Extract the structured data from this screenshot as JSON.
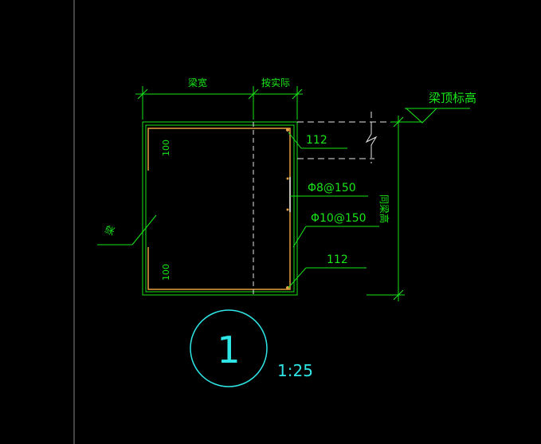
{
  "labels": {
    "beam_width": "梁宽",
    "as_actual": "按实际",
    "beam_top_elevation": "梁顶标高",
    "rebar_top": "112",
    "stirrup": "Φ8@150",
    "side_bar": "Φ10@150",
    "rebar_bottom": "112",
    "same_beam_height": "同梁高",
    "beam": "梁",
    "dim_top_100": "100",
    "dim_bottom_100": "100",
    "detail_number": "1",
    "scale": "1:25"
  },
  "colors": {
    "background": "#000000",
    "green": "#19e619",
    "orange": "#e6a040",
    "cyan": "#2fe6e6",
    "white": "#e6e6e6",
    "grey": "#8a8a8a"
  }
}
